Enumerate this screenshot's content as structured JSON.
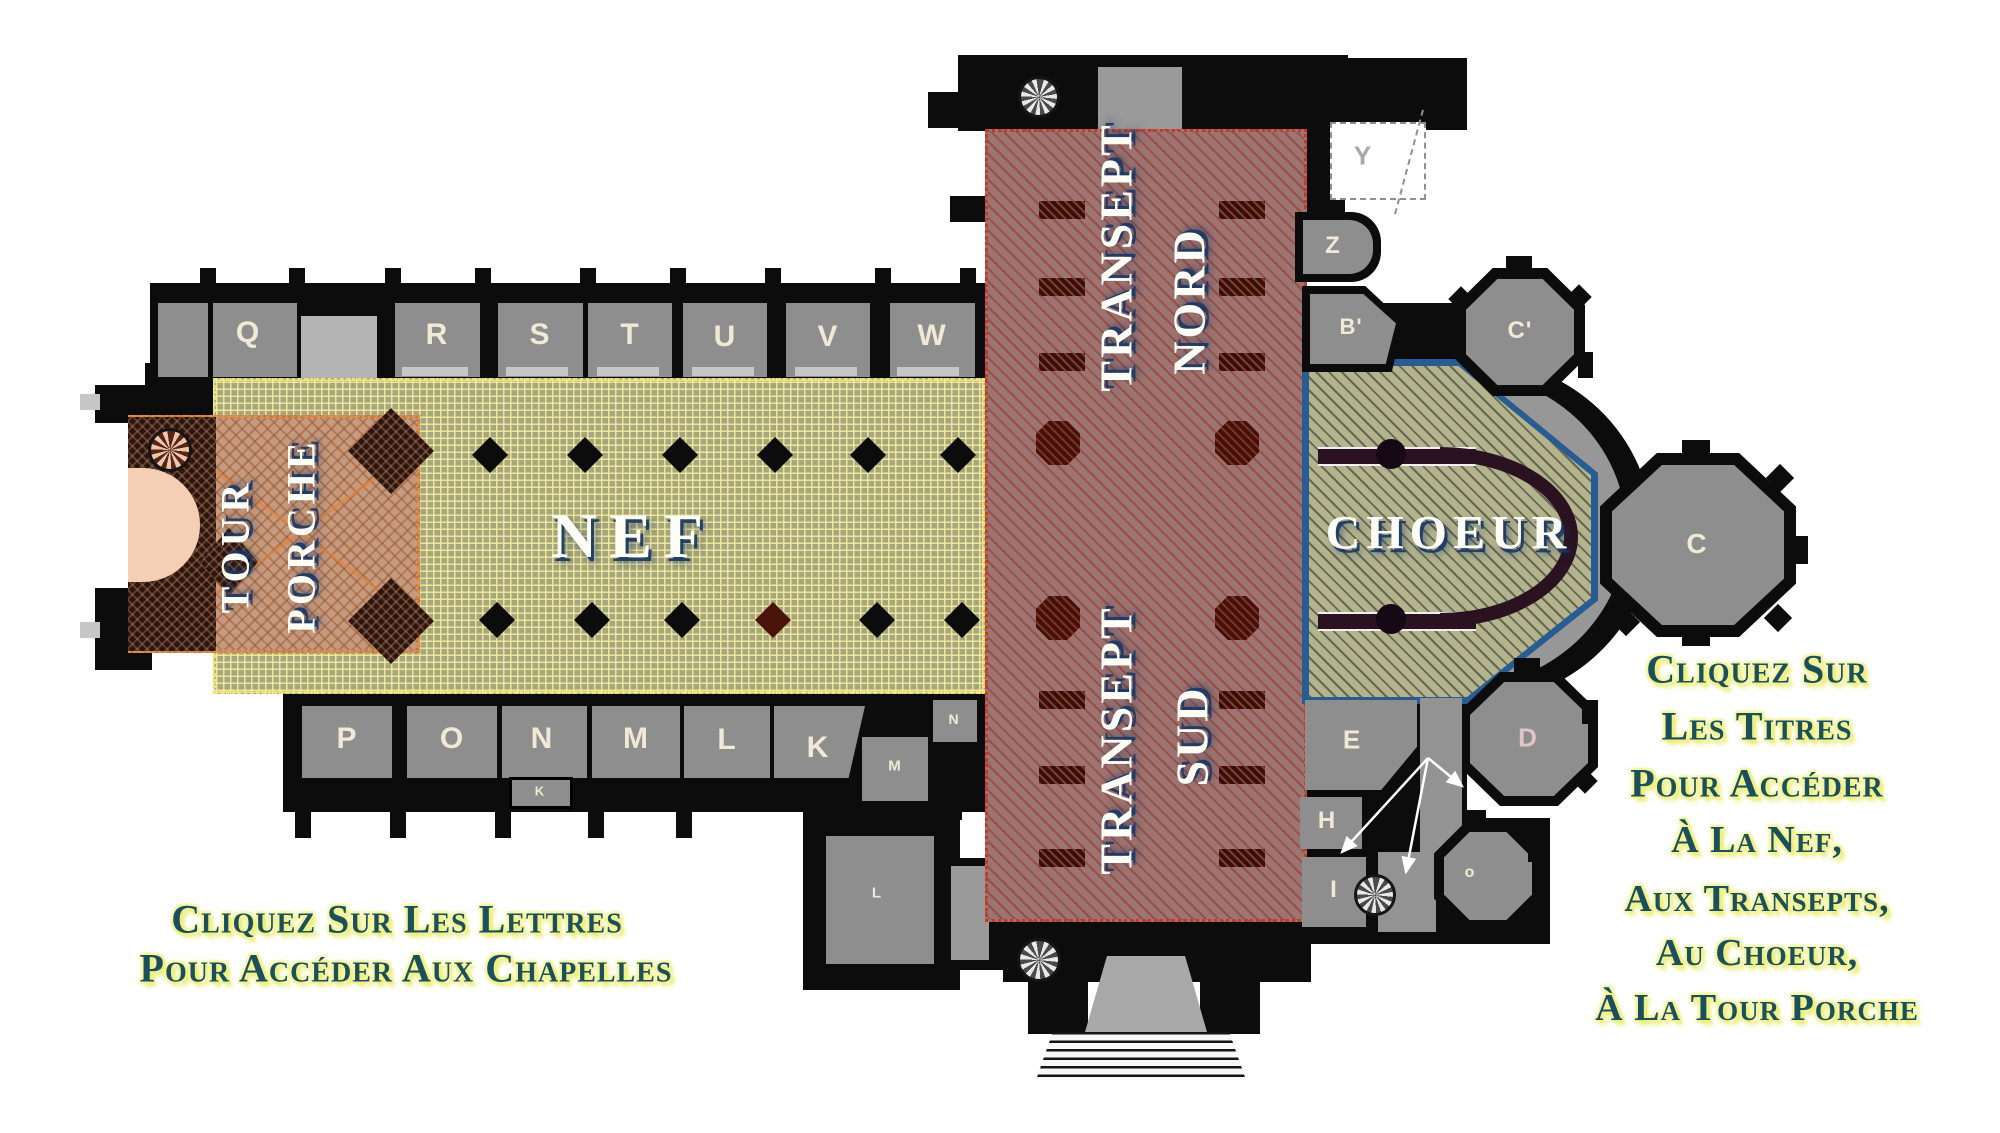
{
  "plan": {
    "regions": {
      "nef": {
        "label": "NEF"
      },
      "transept_nord": {
        "line1": "TRANSEPT",
        "line2": "NORD"
      },
      "transept_sud": {
        "line1": "TRANSEPT",
        "line2": "SUD"
      },
      "choeur": {
        "label": "CHOEUR"
      },
      "tour_porche": {
        "line1": "TOUR",
        "line2": "PORCHE"
      }
    },
    "chapels": {
      "top_row": [
        "Q",
        "R",
        "S",
        "T",
        "U",
        "V",
        "W"
      ],
      "bottom_row": [
        "P",
        "O",
        "N",
        "M",
        "L",
        "K"
      ],
      "east": {
        "y": "Y",
        "z": "Z",
        "b_prime": "B'",
        "c_prime": "C'",
        "c": "C",
        "d": "D",
        "e": "E",
        "h": "H",
        "i": "I"
      },
      "annex": {
        "k": "K",
        "m": "M",
        "n": "N",
        "l": "L",
        "o": "o"
      }
    }
  },
  "instructions": {
    "letters": {
      "line1": "Cliquez Sur Les Lettres",
      "line2": "Pour Accéder Aux Chapelles"
    },
    "titles": {
      "line1": "Cliquez Sur",
      "line2": "Les Titres",
      "line3": "Pour Accéder",
      "line4": "À La Nef,",
      "line5": "Aux Transepts,",
      "line6": "Au Choeur,",
      "line7": "À La Tour Porche"
    }
  },
  "colors": {
    "wall": "#0c0c0c",
    "room_gray": "#8e8e8e",
    "nef_fill": "#a6a77d",
    "nef_grid": "#f2e565",
    "porche_fill": "#c59a7f",
    "porche_border": "#ec8629",
    "transept_fill": "#9c7471",
    "transept_border": "#cb3722",
    "choeur_fill": "#b4b48c",
    "choeur_border": "#2a5c94",
    "instruction_text": "#1b4f5e",
    "instruction_glow": "#eef07e",
    "label_text": "#ffffff",
    "label_shadow": "#1e3a66"
  }
}
